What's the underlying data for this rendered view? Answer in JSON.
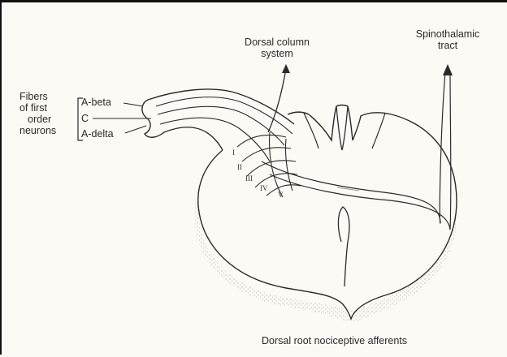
{
  "labels": {
    "fibers_line1": "Fibers",
    "fibers_line2": "of first",
    "fibers_line3": "order",
    "fibers_line4": "neurons",
    "a_beta": "A-beta",
    "c": "C",
    "a_delta": "A-delta",
    "dorsal_column_line1": "Dorsal column",
    "dorsal_column_line2": "system",
    "spinothalamic_line1": "Spinothalamic",
    "spinothalamic_line2": "tract",
    "caption": "Dorsal root nociceptive afferents"
  },
  "laminae": [
    "I",
    "II",
    "III",
    "IV",
    "V"
  ],
  "colors": {
    "ink": "#2a2a2a",
    "background": "#fbfaf5",
    "stipple": "#b9b6ad"
  }
}
